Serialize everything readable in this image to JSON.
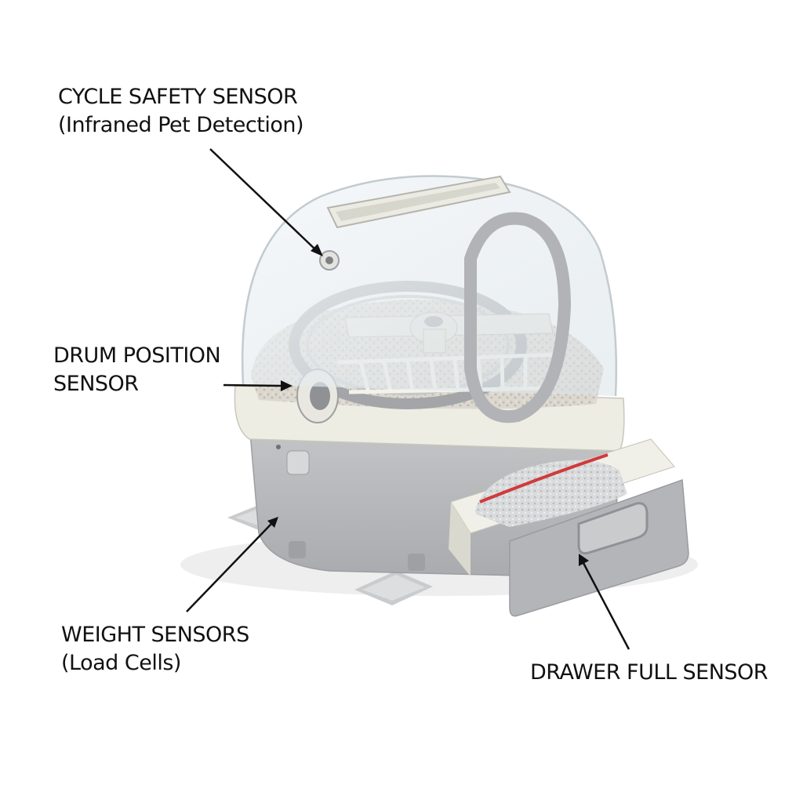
{
  "colors": {
    "background": "#ffffff",
    "text": "#111111",
    "arrow": "#111111",
    "cream_body": "#ecebe0",
    "gray_base": "#b9bbbd",
    "litter": "#d9d5cc",
    "dome": "#e9eff2",
    "bag_red": "#cf3b3b"
  },
  "labels": {
    "cycle_safety": {
      "line1": "CYCLE SAFETY SENSOR",
      "line2": "(Infraned Pet Detection)"
    },
    "drum_position": {
      "line1": "DRUM POSITION",
      "line2": "SENSOR"
    },
    "weight": {
      "line1": "WEIGHT SENSORS",
      "line2": "(Load Cells)"
    },
    "drawer_full": {
      "line1": "DRAWER FULL SENSOR"
    }
  }
}
